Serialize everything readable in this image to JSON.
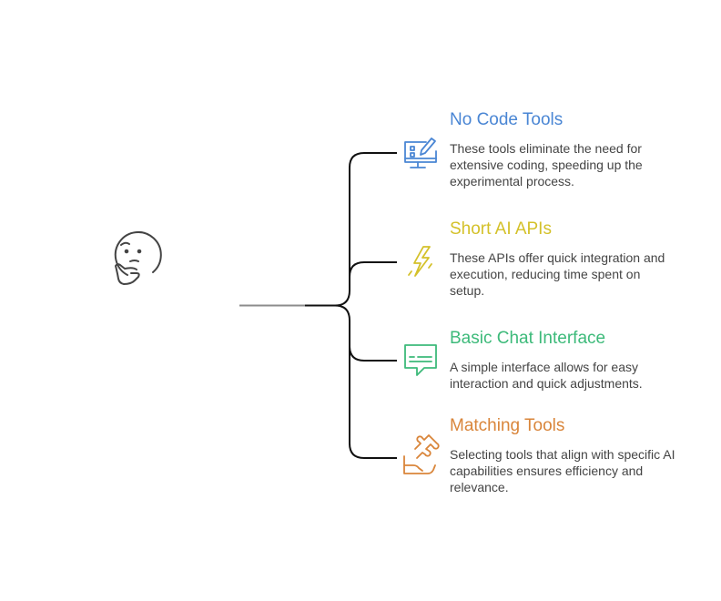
{
  "items": [
    {
      "title": "No Code Tools",
      "description": "These tools eliminate the need for extensive coding, speeding up the experimental process.",
      "color": "#4a86d4",
      "icon": "monitor-pencil-icon"
    },
    {
      "title": "Short AI APIs",
      "description": "These APIs offer quick integration and execution, reducing time spent on setup.",
      "color": "#d4c12a",
      "icon": "lightning-bolt-icon"
    },
    {
      "title": "Basic Chat Interface",
      "description": "A simple interface allows for easy interaction and quick adjustments.",
      "color": "#3dba7a",
      "icon": "chat-bubble-icon"
    },
    {
      "title": "Matching Tools",
      "description": "Selecting tools that align with specific AI capabilities ensures efficiency and relevance.",
      "color": "#d9853a",
      "icon": "puzzle-hand-icon"
    }
  ],
  "central_icon": "thinking-face-icon"
}
